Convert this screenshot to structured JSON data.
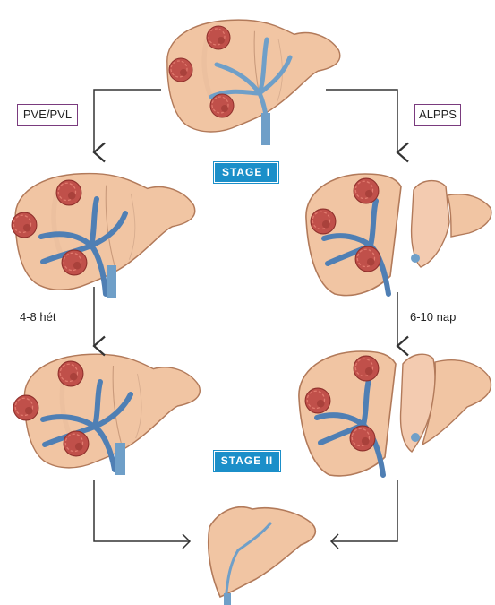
{
  "labels": {
    "left_procedure": "PVE/PVL",
    "right_procedure": "ALPPS",
    "stage_one": "STAGE I",
    "stage_two": "STAGE II",
    "left_interval": "4-8 hét",
    "right_interval": "6-10 nap"
  },
  "colors": {
    "badge": "#1b8fc9",
    "label_border": "#7a3b7e",
    "liver_fill": "#f1c5a3",
    "liver_edge": "#b27a5a",
    "tumor": "#c0504a",
    "portal_vein": "#6f9fc8",
    "arrow": "#333333"
  }
}
